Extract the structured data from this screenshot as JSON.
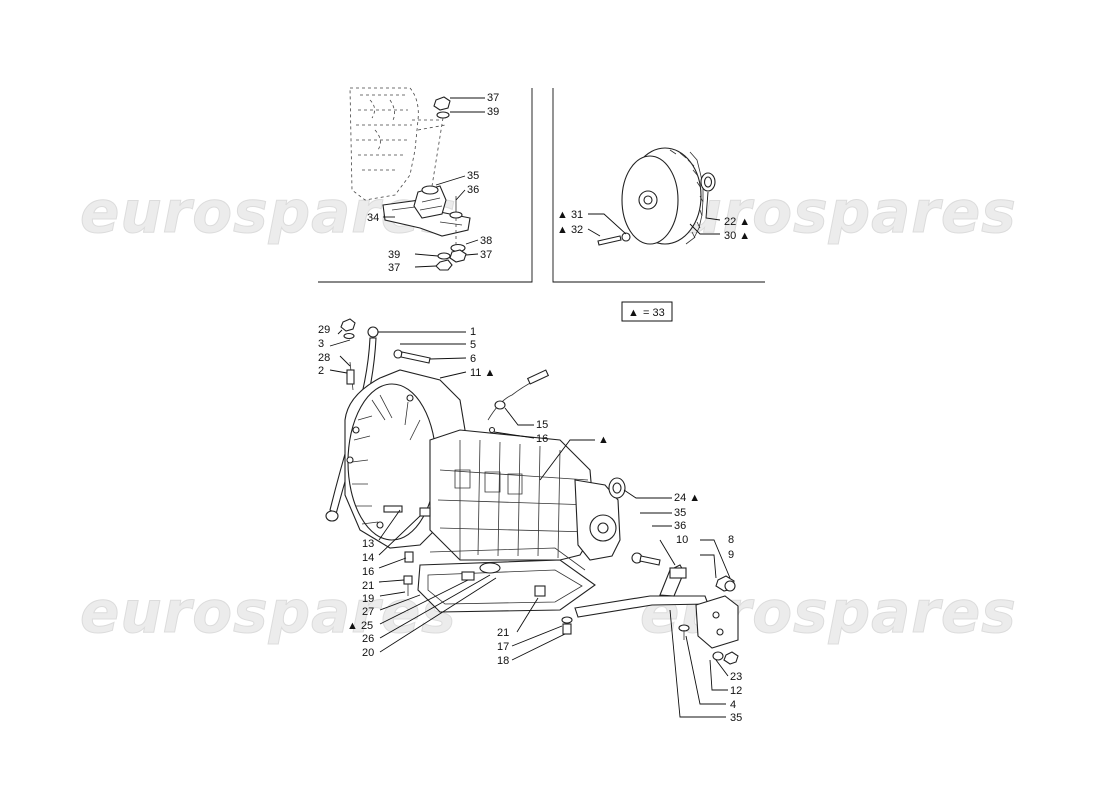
{
  "watermark": {
    "text": "eurospares"
  },
  "legend": {
    "symbol": "▲",
    "text": "= 33"
  },
  "panels": {
    "top_left": {
      "callouts": [
        {
          "id": "tl-37a",
          "text": "37"
        },
        {
          "id": "tl-39a",
          "text": "39"
        },
        {
          "id": "tl-35",
          "text": "35"
        },
        {
          "id": "tl-36",
          "text": "36"
        },
        {
          "id": "tl-34",
          "text": "34"
        },
        {
          "id": "tl-38",
          "text": "38"
        },
        {
          "id": "tl-39b",
          "text": "39"
        },
        {
          "id": "tl-37b",
          "text": "37"
        },
        {
          "id": "tl-37c",
          "text": "37"
        }
      ]
    },
    "top_right": {
      "callouts": [
        {
          "id": "tr-31",
          "text": "▲ 31"
        },
        {
          "id": "tr-32",
          "text": "▲ 32"
        },
        {
          "id": "tr-22",
          "text": "22 ▲"
        },
        {
          "id": "tr-30",
          "text": "30 ▲"
        }
      ]
    },
    "main": {
      "callouts": [
        {
          "id": "m-29",
          "text": "29"
        },
        {
          "id": "m-3",
          "text": "3"
        },
        {
          "id": "m-28",
          "text": "28"
        },
        {
          "id": "m-2",
          "text": "2"
        },
        {
          "id": "m-1",
          "text": "1"
        },
        {
          "id": "m-5",
          "text": "5"
        },
        {
          "id": "m-6",
          "text": "6"
        },
        {
          "id": "m-11",
          "text": "11 ▲"
        },
        {
          "id": "m-15",
          "text": "15"
        },
        {
          "id": "m-16a",
          "text": "16"
        },
        {
          "id": "m-tri",
          "text": "▲"
        },
        {
          "id": "m-24",
          "text": "24 ▲"
        },
        {
          "id": "m-35a",
          "text": "35"
        },
        {
          "id": "m-36",
          "text": "36"
        },
        {
          "id": "m-10",
          "text": "10"
        },
        {
          "id": "m-8",
          "text": "8"
        },
        {
          "id": "m-9",
          "text": "9"
        },
        {
          "id": "m-13",
          "text": "13"
        },
        {
          "id": "m-14",
          "text": "14"
        },
        {
          "id": "m-16b",
          "text": "16"
        },
        {
          "id": "m-21a",
          "text": "21"
        },
        {
          "id": "m-19",
          "text": "19"
        },
        {
          "id": "m-27",
          "text": "27"
        },
        {
          "id": "m-25",
          "text": "▲ 25"
        },
        {
          "id": "m-26",
          "text": "26"
        },
        {
          "id": "m-20",
          "text": "20"
        },
        {
          "id": "m-21b",
          "text": "21"
        },
        {
          "id": "m-17",
          "text": "17"
        },
        {
          "id": "m-18",
          "text": "18"
        },
        {
          "id": "m-23",
          "text": "23"
        },
        {
          "id": "m-12",
          "text": "12"
        },
        {
          "id": "m-4",
          "text": "4"
        },
        {
          "id": "m-35b",
          "text": "35"
        }
      ]
    }
  }
}
